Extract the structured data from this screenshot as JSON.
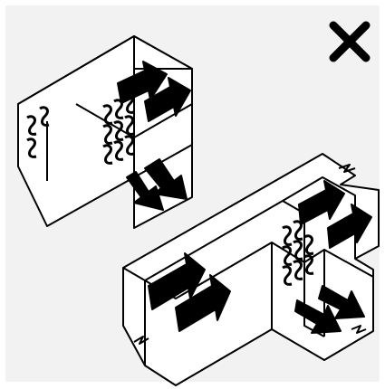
{
  "window": {
    "background_color": "#f2f2f2",
    "close_icon": "close-icon"
  },
  "figure": {
    "line_color": "#000000",
    "fill_color": "#ffffff",
    "shapes": [
      {
        "name": "corner-duct-piece",
        "elements": [
          "wall-clips-left",
          "wall-clips-center",
          "arrow-pair-top",
          "arrow-pair-bottom"
        ]
      },
      {
        "name": "tee-duct-piece",
        "elements": [
          "wall-clips-junction",
          "arrow-pair-right-upper",
          "arrow-pair-left",
          "arrow-pair-right-lower",
          "break-marks"
        ]
      }
    ]
  }
}
